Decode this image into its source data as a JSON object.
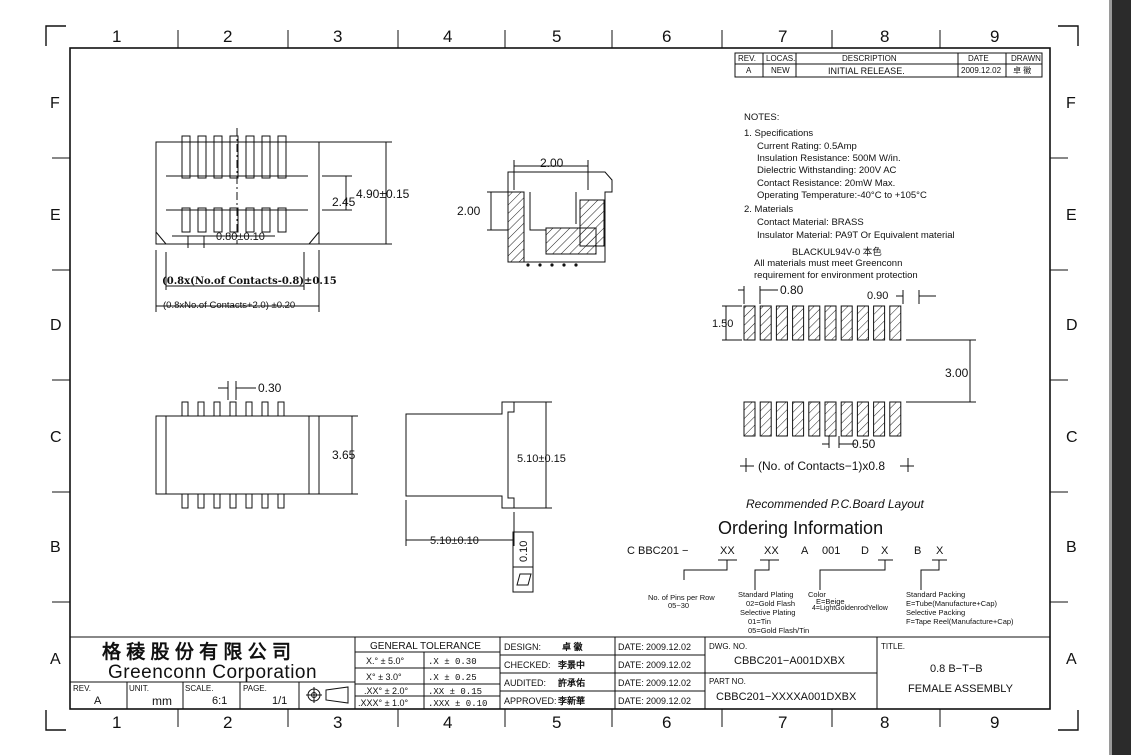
{
  "zones": {
    "columns": [
      "1",
      "2",
      "3",
      "4",
      "5",
      "6",
      "7",
      "8",
      "9"
    ],
    "rows": [
      "F",
      "E",
      "D",
      "C",
      "B",
      "A"
    ]
  },
  "revision_table": {
    "headers": [
      "REV.",
      "LOCAS.",
      "DESCRIPTION",
      "DATE",
      "DRAWN"
    ],
    "row": [
      "A",
      "NEW",
      "INITIAL  RELEASE.",
      "2009.12.02",
      "卓  徽"
    ]
  },
  "notes": {
    "heading": "NOTES:",
    "specs_heading": "1. Specifications",
    "specs": [
      "Current Rating: 0.5Amp",
      "Insulation Resistance: 500M  W/in.",
      "Dielectric Withstanding:   200V AC",
      "Contact Resistance: 20mW Max.",
      "Operating Temperature:-40°C  to  +105°C"
    ],
    "materials_heading": "2. Materials",
    "materials": [
      "Contact Material:   BRASS",
      "Insulator Material: PA9T Or   Equivalent material",
      "BLACKUL94V-0 本色"
    ],
    "env": [
      "All materials must meet Greenconn",
      "requirement for environment protection"
    ]
  },
  "top_view": {
    "dim_width": "4.90±0.15",
    "dim_inner": "2.45",
    "dim_pitch": "0.80±0.10",
    "formula_a": "(0.8x(No.of Contacts-0.8)±0.15",
    "formula_b": "(0.8xNo.of  Contacts+2.0) ±0.20"
  },
  "side_section": {
    "dim_top": "2.00",
    "dim_left": "2.00"
  },
  "bottom_view": {
    "dim_pin": "0.30",
    "dim_height": "3.65"
  },
  "side_view": {
    "dim_height": "5.10±0.15",
    "dim_width": "5.10±0.10",
    "flatness": "0.10"
  },
  "pcb_layout": {
    "dim_pitch": "0.80",
    "dim_pad_len": "1.50",
    "dim_end": "0.90",
    "dim_gap": "3.00",
    "dim_pad_w": "0.50",
    "formula": "(No.  of  Contacts−1)x0.8",
    "caption": "Recommended P.C.Board Layout"
  },
  "ordering": {
    "title": "Ordering  Information",
    "code_parts": [
      "C BBC201 −",
      "XX",
      "XX",
      "A",
      "001",
      "D",
      "X",
      "B",
      "X"
    ],
    "pins_label": "No. of Pins per Row",
    "pins_range": "05~30",
    "plating_label": "Standard Plating",
    "plating_std": "02=Gold Flash",
    "plating_sel_label": "Selective Plating",
    "plating_sel_1": "01=Tin",
    "plating_sel_2": "05=Gold Flash/Tin",
    "color_label": "Color",
    "color_1": "E=Beige",
    "color_2": "4=LightGoldenrodYellow",
    "packing_label": "Standard Packing",
    "packing_1": "E=Tube(Manufacture+Cap)",
    "packing_sel_label": "Selective Packing",
    "packing_2": "F=Tape Reel(Manufacture+Cap)"
  },
  "title_block": {
    "company_cn": "格 稜 股 份 有 限 公 司",
    "company_en": "Greenconn Corporation",
    "rev_label": "REV.",
    "rev_value": "A",
    "unit_label": "UNIT.",
    "unit_value": "mm",
    "scale_label": "SCALE.",
    "scale_value": "6:1",
    "page_label": "PAGE.",
    "page_value": "1/1",
    "tolerance_title": "GENERAL  TOLERANCE",
    "tol_angle": [
      "X.° ± 5.0°",
      "X° ± 3.0°",
      ".XX° ± 2.0°",
      ".XXX° ± 1.0°"
    ],
    "tol_linear": [
      ".X    ± 0.30",
      ".X    ± 0.25",
      ".XX   ± 0.15",
      ".XXX  ± 0.10"
    ],
    "roles": [
      "DESIGN:",
      "CHECKED:",
      "AUDITED:",
      "APPROVED:"
    ],
    "signatures": [
      "卓  徽",
      "李景中",
      "許承佑",
      "李新華"
    ],
    "date_label": "DATE:",
    "dates": [
      "2009.12.02",
      "2009.12.02",
      "2009.12.02",
      "2009.12.02"
    ],
    "dwg_label": "DWG. NO.",
    "dwg_value": "CBBC201−A001DXBX",
    "part_label": "PART NO.",
    "part_value": "CBBC201−XXXXA001DXBX",
    "title_label": "TITLE.",
    "title_line1": "0.8  B−T−B",
    "title_line2": "FEMALE  ASSEMBLY"
  }
}
